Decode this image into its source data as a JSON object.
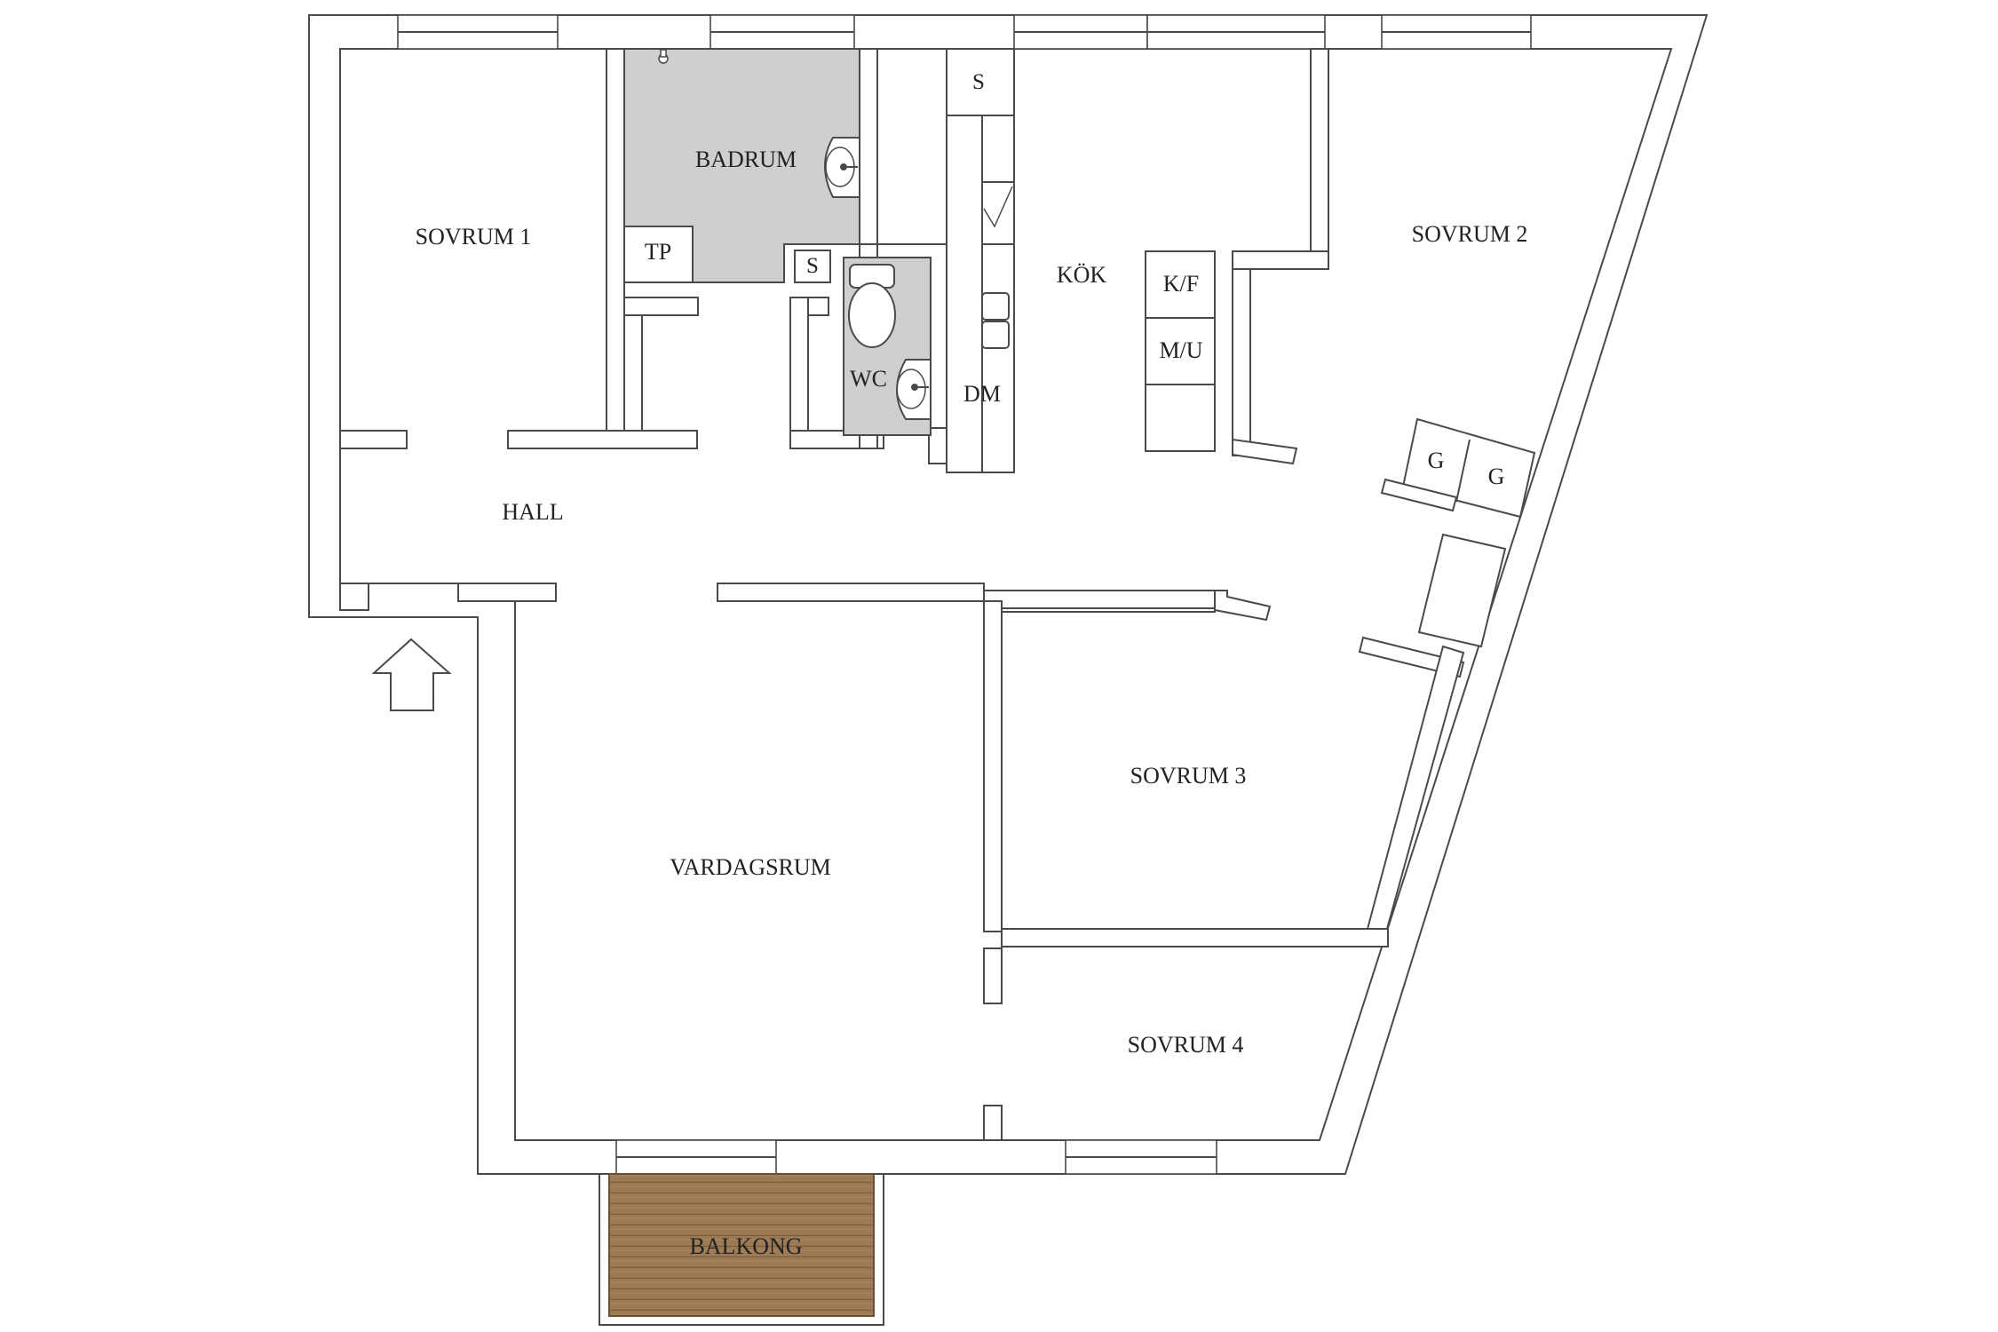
{
  "rooms": {
    "sovrum1": "SOVRUM 1",
    "badrum": "BADRUM",
    "tp": "TP",
    "s_bath": "S",
    "s_kitchen": "S",
    "wc": "WC",
    "dm": "DM",
    "kok": "KÖK",
    "kf": "K/F",
    "mu": "M/U",
    "sovrum2": "SOVRUM 2",
    "g1": "G",
    "g2": "G",
    "hall": "HALL",
    "sovrum3": "SOVRUM 3",
    "vardagsrum": "VARDAGSRUM",
    "sovrum4": "SOVRUM 4",
    "balkong": "BALKONG"
  },
  "colors": {
    "wall_stroke": "#4a4a4a",
    "wet_room_fill": "#cfcfcf",
    "balcony_fill": "#9b7a55"
  }
}
